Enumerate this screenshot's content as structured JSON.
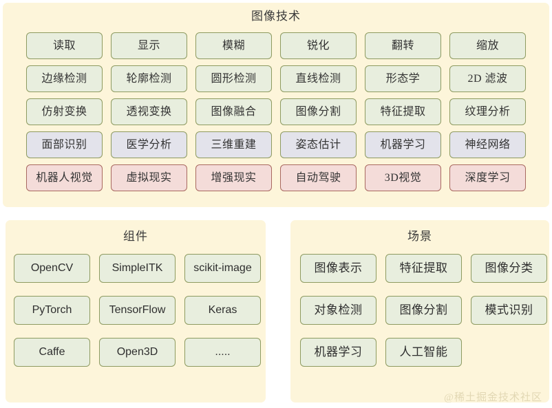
{
  "background_color": "#ffffff",
  "panel_color": "#FDF5DA",
  "palette": {
    "green_fill": "#E8EEDE",
    "green_border": "#8d9a60",
    "purple_fill": "#E3E3EB",
    "purple_border": "#8d9a60",
    "pink_fill": "#F4DCD9",
    "pink_border": "#a8685f",
    "text": "#333333",
    "watermark": "#E2D8B4"
  },
  "panels": {
    "technology": {
      "title": "图像技术",
      "rows": [
        {
          "tone": "green",
          "items": [
            "读取",
            "显示",
            "模糊",
            "锐化",
            "翻转",
            "缩放"
          ]
        },
        {
          "tone": "green",
          "items": [
            "边缘检测",
            "轮廓检测",
            "圆形检测",
            "直线检测",
            "形态学",
            "2D 滤波"
          ]
        },
        {
          "tone": "green",
          "items": [
            "仿射变换",
            "透视变换",
            "图像融合",
            "图像分割",
            "特征提取",
            "纹理分析"
          ]
        },
        {
          "tone": "purple",
          "items": [
            "面部识别",
            "医学分析",
            "三维重建",
            "姿态估计",
            "机器学习",
            "神经网络"
          ]
        },
        {
          "tone": "pink",
          "items": [
            "机器人视觉",
            "虚拟现实",
            "增强现实",
            "自动驾驶",
            "3D视觉",
            "深度学习"
          ]
        }
      ]
    },
    "components": {
      "title": "组件",
      "items": [
        "OpenCV",
        "SimpleITK",
        "scikit-image",
        "PyTorch",
        "TensorFlow",
        "Keras",
        "Caffe",
        "Open3D",
        "....."
      ]
    },
    "scenarios": {
      "title": "场景",
      "items": [
        "图像表示",
        "特征提取",
        "图像分类",
        "对象检测",
        "图像分割",
        "模式识别",
        "机器学习",
        "人工智能"
      ]
    }
  },
  "watermark": "@稀土掘金技术社区"
}
